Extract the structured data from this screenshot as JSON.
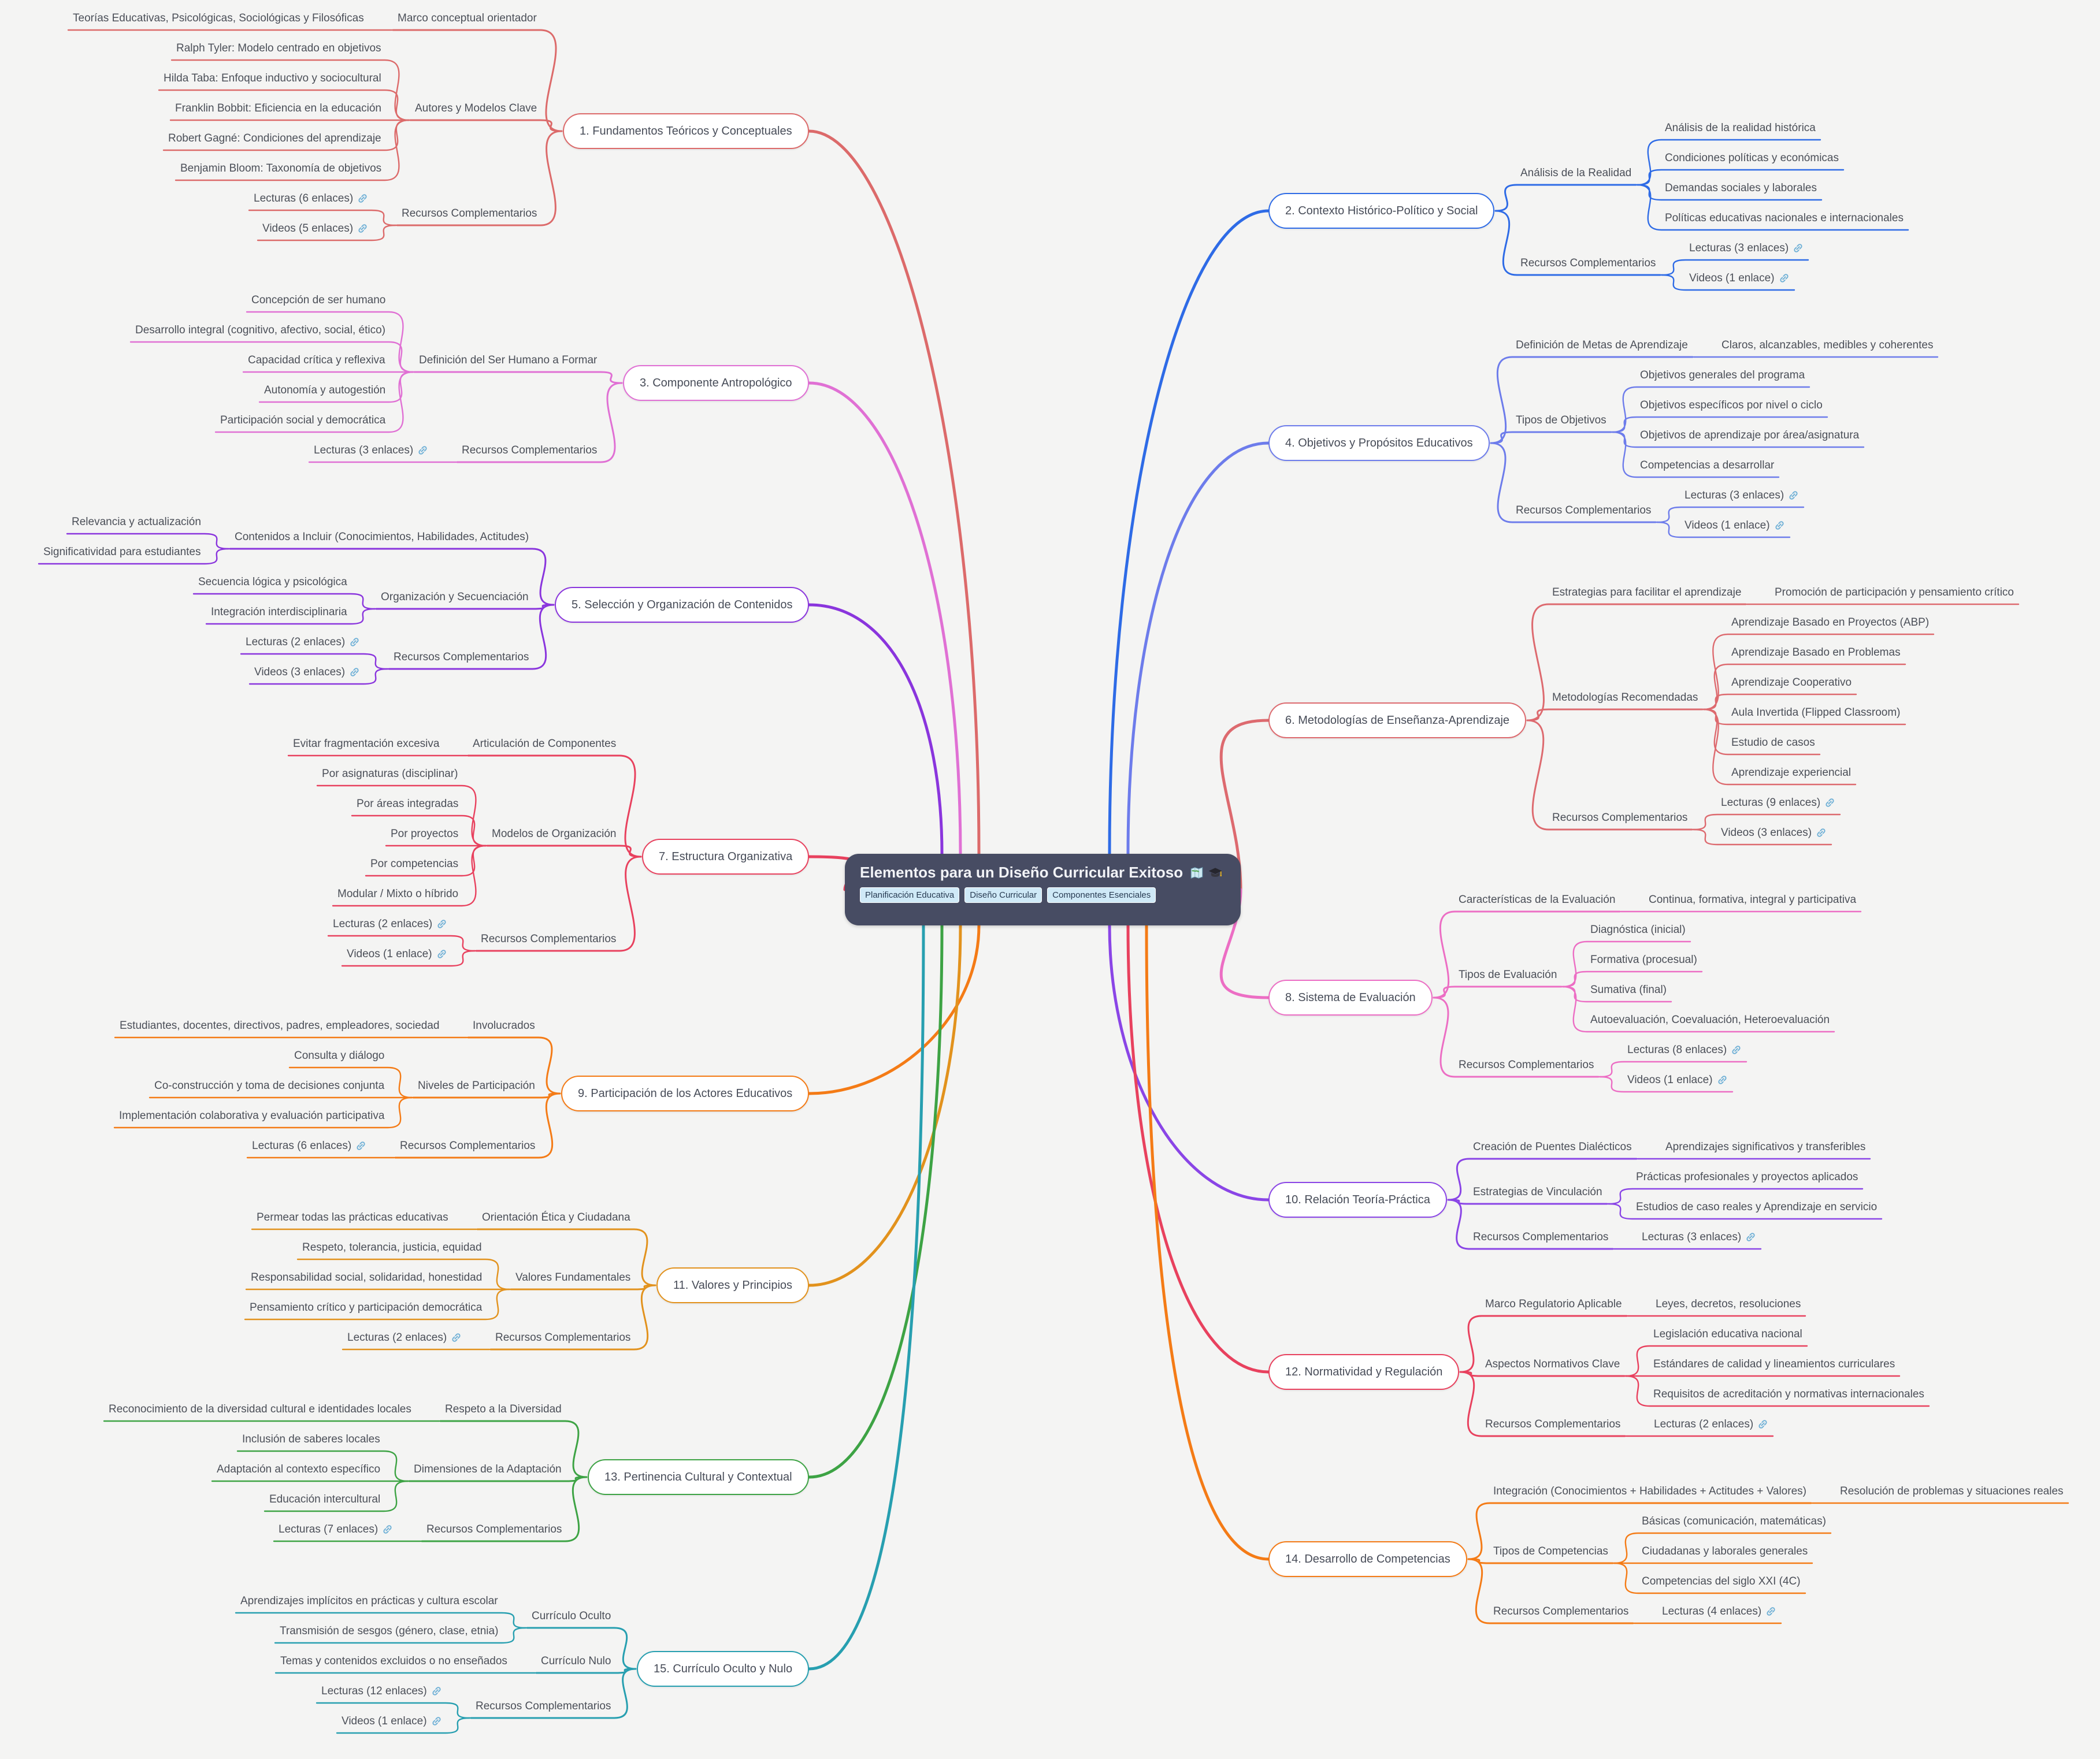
{
  "central": {
    "title": "Elementos para un Diseño Curricular Exitoso",
    "icons": [
      "map-icon",
      "graduation-cap-icon"
    ],
    "tags": [
      "Planificación Educativa",
      "Diseño Curricular",
      "Componentes Esenciales"
    ],
    "bg_color": "#474c63",
    "tag_color": "#cfe9f7"
  },
  "link_icon_color": "#6fb0d6",
  "background_color": "#f4f4f3",
  "branches": [
    {
      "label": "1. Fundamentos Teóricos y Conceptuales",
      "side": "left",
      "color": "#dc6a6a",
      "children": [
        {
          "label": "Marco conceptual orientador",
          "children": [
            {
              "label": "Teorías Educativas, Psicológicas, Sociológicas y Filosóficas"
            }
          ]
        },
        {
          "label": "Autores y Modelos Clave",
          "children": [
            {
              "label": "Ralph Tyler: Modelo centrado en objetivos"
            },
            {
              "label": "Hilda Taba: Enfoque inductivo y sociocultural"
            },
            {
              "label": "Franklin Bobbit: Eficiencia en la educación"
            },
            {
              "label": "Robert Gagné: Condiciones del aprendizaje"
            },
            {
              "label": "Benjamin Bloom: Taxonomía de objetivos"
            }
          ]
        },
        {
          "label": "Recursos Complementarios",
          "children": [
            {
              "label": "Lecturas (6 enlaces)",
              "link": true
            },
            {
              "label": "Videos (5 enlaces)",
              "link": true
            }
          ]
        }
      ]
    },
    {
      "label": "2. Contexto Histórico-Político y Social",
      "side": "right",
      "color": "#2e6be6",
      "children": [
        {
          "label": "Análisis de la Realidad",
          "children": [
            {
              "label": "Análisis de la realidad histórica"
            },
            {
              "label": "Condiciones políticas y económicas"
            },
            {
              "label": "Demandas sociales y laborales"
            },
            {
              "label": "Políticas educativas nacionales e internacionales"
            }
          ]
        },
        {
          "label": "Recursos Complementarios",
          "children": [
            {
              "label": "Lecturas (3 enlaces)",
              "link": true
            },
            {
              "label": "Videos (1 enlace)",
              "link": true
            }
          ]
        }
      ]
    },
    {
      "label": "3. Componente Antropológico",
      "side": "left",
      "color": "#e070d4",
      "children": [
        {
          "label": "Definición del Ser Humano a Formar",
          "children": [
            {
              "label": "Concepción de ser humano"
            },
            {
              "label": "Desarrollo integral (cognitivo, afectivo, social, ético)"
            },
            {
              "label": "Capacidad crítica y reflexiva"
            },
            {
              "label": "Autonomía y autogestión"
            },
            {
              "label": "Participación social y democrática"
            }
          ]
        },
        {
          "label": "Recursos Complementarios",
          "children": [
            {
              "label": "Lecturas (3 enlaces)",
              "link": true
            }
          ]
        }
      ]
    },
    {
      "label": "4. Objetivos y Propósitos Educativos",
      "side": "right",
      "color": "#6d7ceb",
      "children": [
        {
          "label": "Definición de Metas de Aprendizaje",
          "children": [
            {
              "label": "Claros, alcanzables, medibles y coherentes"
            }
          ]
        },
        {
          "label": "Tipos de Objetivos",
          "children": [
            {
              "label": "Objetivos generales del programa"
            },
            {
              "label": "Objetivos específicos por nivel o ciclo"
            },
            {
              "label": "Objetivos de aprendizaje por área/asignatura"
            },
            {
              "label": "Competencias a desarrollar"
            }
          ]
        },
        {
          "label": "Recursos Complementarios",
          "children": [
            {
              "label": "Lecturas (3 enlaces)",
              "link": true
            },
            {
              "label": "Videos (1 enlace)",
              "link": true
            }
          ]
        }
      ]
    },
    {
      "label": "5. Selección y Organización de Contenidos",
      "side": "left",
      "color": "#8a35dd",
      "children": [
        {
          "label": "Contenidos a Incluir (Conocimientos, Habilidades, Actitudes)",
          "children": [
            {
              "label": "Relevancia y actualización"
            },
            {
              "label": "Significatividad para estudiantes"
            }
          ]
        },
        {
          "label": "Organización y Secuenciación",
          "children": [
            {
              "label": "Secuencia lógica y psicológica"
            },
            {
              "label": "Integración interdisciplinaria"
            }
          ]
        },
        {
          "label": "Recursos Complementarios",
          "children": [
            {
              "label": "Lecturas (2 enlaces)",
              "link": true
            },
            {
              "label": "Videos (3 enlaces)",
              "link": true
            }
          ]
        }
      ]
    },
    {
      "label": "6. Metodologías de Enseñanza-Aprendizaje",
      "side": "right",
      "color": "#dd6a6f",
      "children": [
        {
          "label": "Estrategias para facilitar el aprendizaje",
          "children": [
            {
              "label": "Promoción de participación y pensamiento crítico"
            }
          ]
        },
        {
          "label": "Metodologías Recomendadas",
          "children": [
            {
              "label": "Aprendizaje Basado en Proyectos (ABP)"
            },
            {
              "label": "Aprendizaje Basado en Problemas"
            },
            {
              "label": "Aprendizaje Cooperativo"
            },
            {
              "label": "Aula Invertida (Flipped Classroom)"
            },
            {
              "label": "Estudio de casos"
            },
            {
              "label": "Aprendizaje experiencial"
            }
          ]
        },
        {
          "label": "Recursos Complementarios",
          "children": [
            {
              "label": "Lecturas (9 enlaces)",
              "link": true
            },
            {
              "label": "Videos (3 enlaces)",
              "link": true
            }
          ]
        }
      ]
    },
    {
      "label": "7. Estructura Organizativa",
      "side": "left",
      "color": "#e8415e",
      "children": [
        {
          "label": "Articulación de Componentes",
          "children": [
            {
              "label": "Evitar fragmentación excesiva"
            }
          ]
        },
        {
          "label": "Modelos de Organización",
          "children": [
            {
              "label": "Por asignaturas (disciplinar)"
            },
            {
              "label": "Por áreas integradas"
            },
            {
              "label": "Por proyectos"
            },
            {
              "label": "Por competencias"
            },
            {
              "label": "Modular / Mixto o híbrido"
            }
          ]
        },
        {
          "label": "Recursos Complementarios",
          "children": [
            {
              "label": "Lecturas (2 enlaces)",
              "link": true
            },
            {
              "label": "Videos (1 enlace)",
              "link": true
            }
          ]
        }
      ]
    },
    {
      "label": "8. Sistema de Evaluación",
      "side": "right",
      "color": "#ec6ec4",
      "children": [
        {
          "label": "Características de la Evaluación",
          "children": [
            {
              "label": "Continua, formativa, integral y participativa"
            }
          ]
        },
        {
          "label": "Tipos de Evaluación",
          "children": [
            {
              "label": "Diagnóstica (inicial)"
            },
            {
              "label": "Formativa (procesual)"
            },
            {
              "label": "Sumativa (final)"
            },
            {
              "label": "Autoevaluación, Coevaluación, Heteroevaluación"
            }
          ]
        },
        {
          "label": "Recursos Complementarios",
          "children": [
            {
              "label": "Lecturas (8 enlaces)",
              "link": true
            },
            {
              "label": "Videos (1 enlace)",
              "link": true
            }
          ]
        }
      ]
    },
    {
      "label": "9. Participación de los Actores Educativos",
      "side": "left",
      "color": "#f47b16",
      "children": [
        {
          "label": "Involucrados",
          "children": [
            {
              "label": "Estudiantes, docentes, directivos, padres, empleadores, sociedad"
            }
          ]
        },
        {
          "label": "Niveles de Participación",
          "children": [
            {
              "label": "Consulta y diálogo"
            },
            {
              "label": "Co-construcción y toma de decisiones conjunta"
            },
            {
              "label": "Implementación colaborativa y evaluación participativa"
            }
          ]
        },
        {
          "label": "Recursos Complementarios",
          "children": [
            {
              "label": "Lecturas (6 enlaces)",
              "link": true
            }
          ]
        }
      ]
    },
    {
      "label": "10. Relación Teoría-Práctica",
      "side": "right",
      "color": "#8a45e6",
      "children": [
        {
          "label": "Creación de Puentes Dialécticos",
          "children": [
            {
              "label": "Aprendizajes significativos y transferibles"
            }
          ]
        },
        {
          "label": "Estrategias de Vinculación",
          "children": [
            {
              "label": "Prácticas profesionales y proyectos aplicados"
            },
            {
              "label": "Estudios de caso reales y Aprendizaje en servicio"
            }
          ]
        },
        {
          "label": "Recursos Complementarios",
          "children": [
            {
              "label": "Lecturas (3 enlaces)",
              "link": true
            }
          ]
        }
      ]
    },
    {
      "label": "11. Valores y Principios",
      "side": "left",
      "color": "#e2921d",
      "children": [
        {
          "label": "Orientación Ética y Ciudadana",
          "children": [
            {
              "label": "Permear todas las prácticas educativas"
            }
          ]
        },
        {
          "label": "Valores Fundamentales",
          "children": [
            {
              "label": "Respeto, tolerancia, justicia, equidad"
            },
            {
              "label": "Responsabilidad social, solidaridad, honestidad"
            },
            {
              "label": "Pensamiento crítico y participación democrática"
            }
          ]
        },
        {
          "label": "Recursos Complementarios",
          "children": [
            {
              "label": "Lecturas (2 enlaces)",
              "link": true
            }
          ]
        }
      ]
    },
    {
      "label": "12. Normatividad y Regulación",
      "side": "right",
      "color": "#e8415e",
      "children": [
        {
          "label": "Marco Regulatorio Aplicable",
          "children": [
            {
              "label": "Leyes, decretos, resoluciones"
            }
          ]
        },
        {
          "label": "Aspectos Normativos Clave",
          "children": [
            {
              "label": "Legislación educativa nacional"
            },
            {
              "label": "Estándares de calidad y lineamientos curriculares"
            },
            {
              "label": "Requisitos de acreditación y normativas internacionales"
            }
          ]
        },
        {
          "label": "Recursos Complementarios",
          "children": [
            {
              "label": "Lecturas (2 enlaces)",
              "link": true
            }
          ]
        }
      ]
    },
    {
      "label": "13. Pertinencia Cultural y Contextual",
      "side": "left",
      "color": "#3da344",
      "children": [
        {
          "label": "Respeto a la Diversidad",
          "children": [
            {
              "label": "Reconocimiento de la diversidad cultural e identidades locales"
            }
          ]
        },
        {
          "label": "Dimensiones de la Adaptación",
          "children": [
            {
              "label": "Inclusión de saberes locales"
            },
            {
              "label": "Adaptación al contexto específico"
            },
            {
              "label": "Educación intercultural"
            }
          ]
        },
        {
          "label": "Recursos Complementarios",
          "children": [
            {
              "label": "Lecturas (7 enlaces)",
              "link": true
            }
          ]
        }
      ]
    },
    {
      "label": "14. Desarrollo de Competencias",
      "side": "right",
      "color": "#f47b16",
      "children": [
        {
          "label": "Integración (Conocimientos + Habilidades + Actitudes + Valores)",
          "children": [
            {
              "label": "Resolución de problemas y situaciones reales"
            }
          ]
        },
        {
          "label": "Tipos de Competencias",
          "children": [
            {
              "label": "Básicas (comunicación, matemáticas)"
            },
            {
              "label": "Ciudadanas y laborales generales"
            },
            {
              "label": "Competencias del siglo XXI (4C)"
            }
          ]
        },
        {
          "label": "Recursos Complementarios",
          "children": [
            {
              "label": "Lecturas (4 enlaces)",
              "link": true
            }
          ]
        }
      ]
    },
    {
      "label": "15. Currículo Oculto y Nulo",
      "side": "left",
      "color": "#279fb0",
      "children": [
        {
          "label": "Currículo Oculto",
          "children": [
            {
              "label": "Aprendizajes implícitos en prácticas y cultura escolar"
            },
            {
              "label": "Transmisión de sesgos (género, clase, etnia)"
            }
          ]
        },
        {
          "label": "Currículo Nulo",
          "children": [
            {
              "label": "Temas y contenidos excluidos o no enseñados"
            }
          ]
        },
        {
          "label": "Recursos Complementarios",
          "children": [
            {
              "label": "Lecturas (12 enlaces)",
              "link": true
            },
            {
              "label": "Videos (1 enlace)",
              "link": true
            }
          ]
        }
      ]
    }
  ]
}
